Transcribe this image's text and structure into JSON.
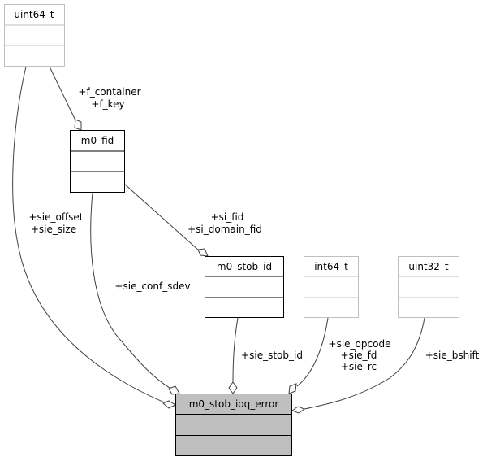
{
  "diagram": {
    "type": "collaboration-graph",
    "nodes": [
      {
        "id": "uint64_t",
        "label": "uint64_t",
        "style": "external"
      },
      {
        "id": "m0_fid",
        "label": "m0_fid",
        "style": "normal"
      },
      {
        "id": "m0_stob_id",
        "label": "m0_stob_id",
        "style": "normal"
      },
      {
        "id": "int64_t",
        "label": "int64_t",
        "style": "external"
      },
      {
        "id": "uint32_t",
        "label": "uint32_t",
        "style": "external"
      },
      {
        "id": "m0_stob_ioq_error",
        "label": "m0_stob_ioq_error",
        "style": "focus"
      }
    ],
    "edges": [
      {
        "from": "uint64_t",
        "to": "m0_fid",
        "labels": [
          "+f_container",
          "+f_key"
        ]
      },
      {
        "from": "uint64_t",
        "to": "m0_stob_ioq_error",
        "labels": [
          "+sie_offset",
          "+sie_size"
        ]
      },
      {
        "from": "m0_fid",
        "to": "m0_stob_id",
        "labels": [
          "+si_fid",
          "+si_domain_fid"
        ]
      },
      {
        "from": "m0_fid",
        "to": "m0_stob_ioq_error",
        "labels": [
          "+sie_conf_sdev"
        ]
      },
      {
        "from": "m0_stob_id",
        "to": "m0_stob_ioq_error",
        "labels": [
          "+sie_stob_id"
        ]
      },
      {
        "from": "int64_t",
        "to": "m0_stob_ioq_error",
        "labels": [
          "+sie_opcode",
          "+sie_fd",
          "+sie_rc"
        ]
      },
      {
        "from": "uint32_t",
        "to": "m0_stob_ioq_error",
        "labels": [
          "+sie_bshift"
        ]
      }
    ],
    "colors": {
      "external_border": "#bfbfbf",
      "normal_border": "#000000",
      "focus_fill": "#bfbfbf",
      "edge": "#404040"
    }
  }
}
